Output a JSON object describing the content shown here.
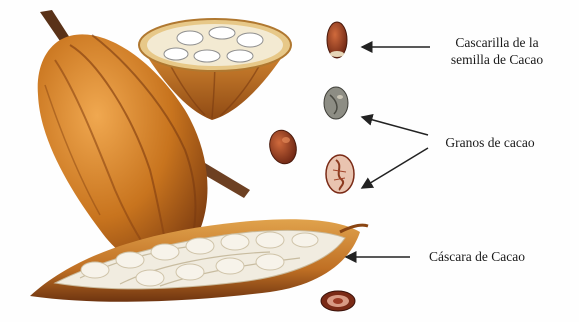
{
  "labels": {
    "shell": {
      "line1": "Cascarilla de la",
      "line2": "semilla de Cacao"
    },
    "beans": "Granos de cacao",
    "husk": "Cáscara de Cacao"
  },
  "colors": {
    "pod": "#c8741e",
    "pod_dark": "#8a4512",
    "pod_light": "#e9a04a",
    "pulp": "#f1ece0",
    "bean_brown": "#8c3a1f",
    "arrow": "#222222"
  }
}
